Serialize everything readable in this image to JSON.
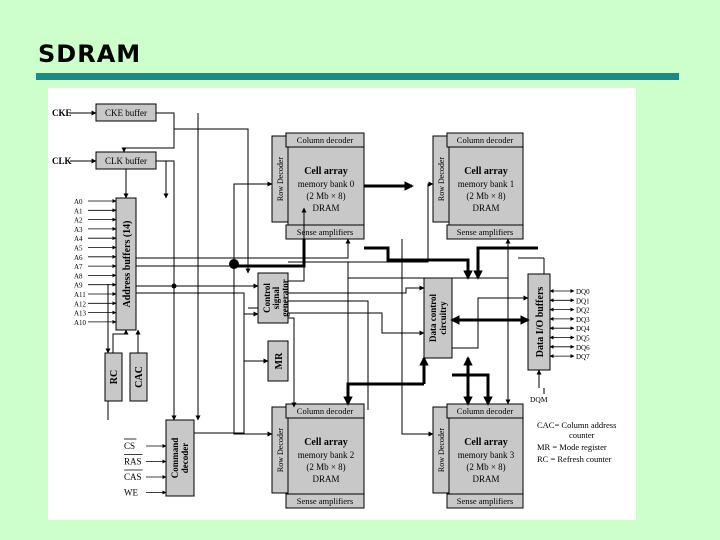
{
  "slide": {
    "title": "SDRAM"
  },
  "diagram": {
    "inputs": {
      "cke": "CKE",
      "clk": "CLK"
    },
    "blocks": {
      "cke_buffer": "CKE buffer",
      "clk_buffer": "CLK buffer",
      "address_buffers": "Address buffers (14)",
      "rc": "RC",
      "cac": "CAC",
      "mr": "MR",
      "control": [
        "Control",
        "signal",
        "generator"
      ],
      "data_control": [
        "Data control",
        "circuitry"
      ],
      "data_io": "Data I/O buffers",
      "command_decoder": [
        "Command",
        "decoder"
      ]
    },
    "address_lines": [
      "A0",
      "A1",
      "A2",
      "A3",
      "A4",
      "A5",
      "A6",
      "A7",
      "A8",
      "A9",
      "A11",
      "A12",
      "A13",
      "A10"
    ],
    "dq_lines": [
      "DQ0",
      "DQ1",
      "DQ2",
      "DQ3",
      "DQ4",
      "DQ5",
      "DQ6",
      "DQ7"
    ],
    "dqm": "DQM",
    "command_inputs": [
      "CS",
      "RAS",
      "CAS",
      "WE"
    ],
    "bank_labels": {
      "column_decoder": "Column decoder",
      "row_decoder": "Row Decoder",
      "sense_amplifiers": "Sense amplifiers",
      "cell_array": "Cell array",
      "dram": "DRAM"
    },
    "banks": [
      {
        "name": "memory bank 0",
        "size": "(2 Mb × 8)"
      },
      {
        "name": "memory bank 1",
        "size": "(2 Mb × 8)"
      },
      {
        "name": "memory bank 2",
        "size": "(2 Mb × 8)"
      },
      {
        "name": "memory bank 3",
        "size": "(2 Mb × 8)"
      }
    ],
    "legend": [
      "CAC= Column address",
      "counter",
      "MR = Mode register",
      "RC = Refresh counter"
    ]
  }
}
